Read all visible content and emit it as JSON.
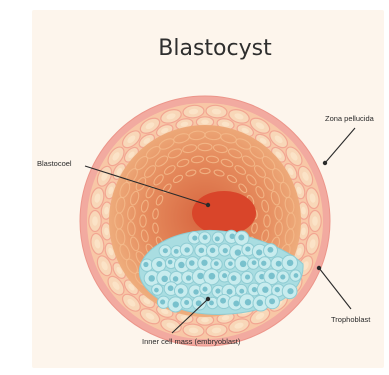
{
  "diagram": {
    "title": "Blastocyst",
    "labels": {
      "blastocoel": "Blastocoel",
      "zona_pellucida": "Zona pellucida",
      "trophoblast": "Trophoblast",
      "inner_cell_mass": "Inner cell mass (embryoblast)"
    }
  },
  "colors": {
    "page_background": "#fdf5ec",
    "zona_pellucida": "#f2aaa0",
    "zona_pellucida_edge": "#ec958a",
    "trophoblast_cell": "#f8d7b8",
    "trophoblast_cell_edge": "#f2a692",
    "trophoblast_cell_core": "#fbe3c7",
    "cavity": "#e89a68",
    "cavity_deep": "#d7653f",
    "blastocoel": "#d9452a",
    "inner_cell_mass": "#a9dde1",
    "inner_cell": "#c8ecee",
    "inner_cell_edge": "#8fccd3",
    "inner_nucleus": "#5fb3c1",
    "leader_line": "#2b2b2b"
  }
}
